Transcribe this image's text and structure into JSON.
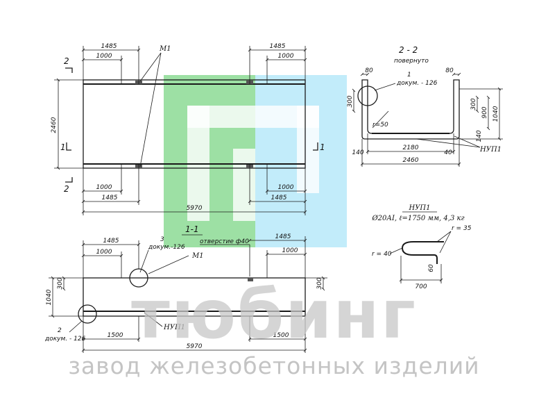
{
  "watermark": {
    "brand": "тюбинг",
    "tagline": "завод железобетонных изделий",
    "colors": {
      "green": "#4cc65a",
      "cyan": "#8fdcf5",
      "gray": "#c8c8c8"
    }
  },
  "plan": {
    "dim_top_left_outer": "1485",
    "dim_top_left_inner": "1000",
    "dim_top_right_outer": "1485",
    "dim_top_right_inner": "1000",
    "dim_bottom_left_inner": "1000",
    "dim_bottom_left_outer": "1485",
    "dim_bottom_right_inner": "1000",
    "dim_bottom_right_outer": "1485",
    "dim_total_length": "5970",
    "dim_height": "2460",
    "label_m1": "М1",
    "cut_2_top": "2",
    "cut_2_bottom": "2",
    "cut_1_left": "1",
    "cut_1_right": "1"
  },
  "section22": {
    "title": "2 - 2",
    "subtitle": "повернуто",
    "callout_num": "1",
    "callout_doc": "докум. - 126",
    "dim_80_left": "80",
    "dim_80_right": "80",
    "dim_300_left": "300",
    "dim_300_right": "300",
    "dim_900": "900",
    "dim_1040": "1040",
    "dim_140_left": "140",
    "dim_140_right": "140",
    "dim_2180": "2180",
    "dim_40": "40",
    "dim_2460": "2460",
    "radius": "r=50",
    "label_nup1": "НУП1"
  },
  "section11": {
    "title": "1-1",
    "callout3_num": "3",
    "callout3_doc": "докум.-126",
    "hole_note": "отверстие ф40",
    "label_m1": "М1",
    "dim_top_left_outer": "1485",
    "dim_top_left_inner": "1000",
    "dim_top_right_outer": "1485",
    "dim_top_right_inner": "1000",
    "dim_1040": "1040",
    "dim_300_left": "300",
    "dim_300_right": "300",
    "callout2_num": "2",
    "callout2_doc": "докум. - 126",
    "label_nup1": "НУП1",
    "dim_1500_left": "1500",
    "dim_1500_right": "1500",
    "dim_total_length": "5970"
  },
  "nup1": {
    "title": "НУП1",
    "spec": "Ø20АI, ℓ=1750 мм, 4,3 кг",
    "r35": "r = 35",
    "r40": "r = 40",
    "dim_60": "60",
    "dim_700": "700"
  }
}
